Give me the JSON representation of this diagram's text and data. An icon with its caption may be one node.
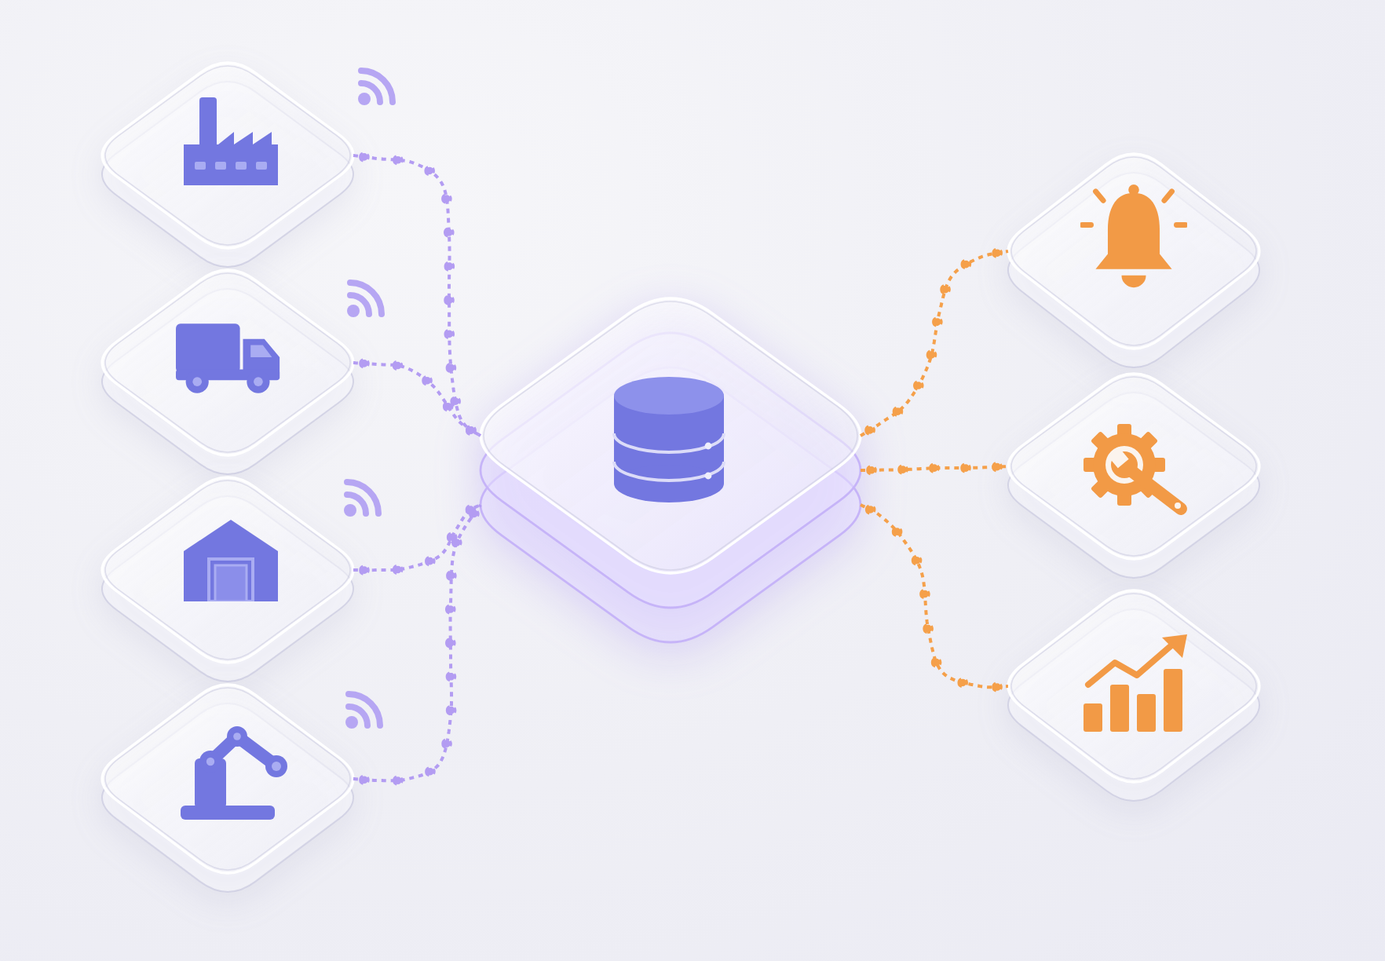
{
  "diagram": {
    "nodes": [
      {
        "text": [],
        "shape": "diamond"
      },
      {
        "text": [],
        "shape": "diamond"
      },
      {
        "text": [],
        "shape": "diamond"
      },
      {
        "text": [],
        "shape": "diamond"
      },
      {
        "text": [],
        "shape": "diamond"
      },
      {
        "text": [],
        "shape": "diamond"
      },
      {
        "text": [],
        "shape": "diamond"
      },
      {
        "text": [],
        "shape": "diamond"
      }
    ],
    "edges": [
      {
        "from": 0,
        "to": 4,
        "arrow": "none",
        "style": "dashed"
      },
      {
        "from": 1,
        "to": 4,
        "arrow": "none",
        "style": "dashed"
      },
      {
        "from": 2,
        "to": 4,
        "arrow": "none",
        "style": "dashed"
      },
      {
        "from": 3,
        "to": 4,
        "arrow": "none",
        "style": "dashed"
      },
      {
        "from": 4,
        "to": 5,
        "arrow": "none",
        "style": "dashed",
        "color": "#f5a04a"
      },
      {
        "from": 4,
        "to": 6,
        "arrow": "none",
        "style": "dashed",
        "color": "#f5a04a"
      },
      {
        "from": 4,
        "to": 7,
        "arrow": "none",
        "style": "dashed",
        "color": "#f5a04a"
      }
    ]
  }
}
